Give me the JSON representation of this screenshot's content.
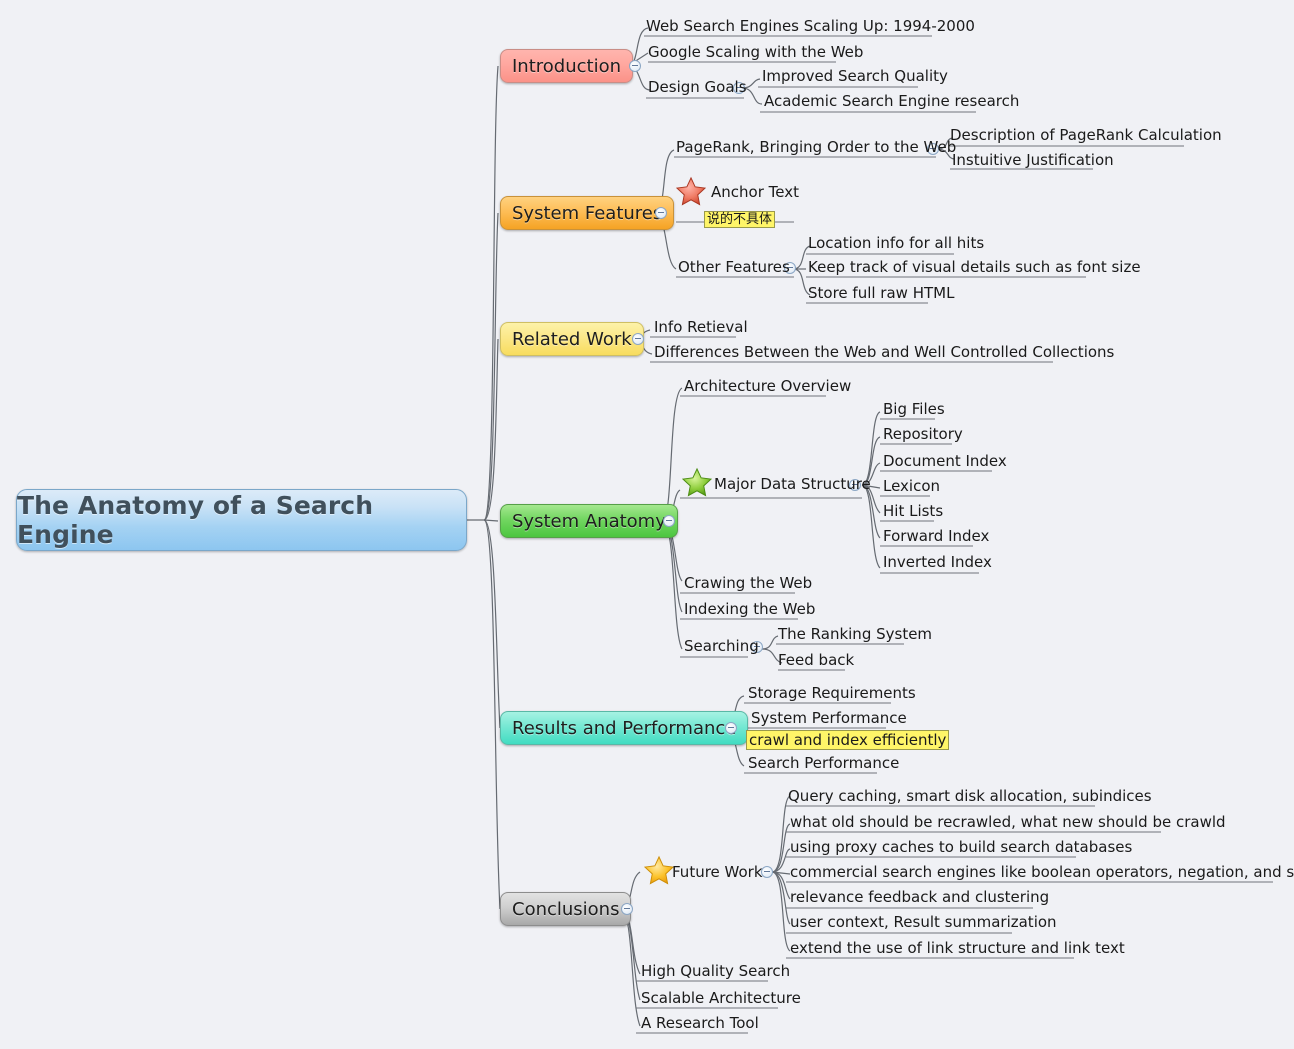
{
  "document": {
    "type": "mind-map",
    "background_color": "#f0f1f5",
    "root": {
      "label": "The Anatomy of a Search Engine",
      "color": "#a4d2f3"
    }
  },
  "branches": [
    {
      "id": "introduction",
      "label": "Introduction",
      "color": "#ffa79f",
      "children": [
        {
          "label": "Web Search Engines Scaling Up: 1994-2000"
        },
        {
          "label": "Google  Scaling with the Web"
        },
        {
          "label": "Design Goals",
          "children": [
            {
              "label": "Improved Search Quality"
            },
            {
              "label": "Academic Search Engine research"
            }
          ]
        }
      ]
    },
    {
      "id": "system-features",
      "label": "System Features",
      "color": "#fdbc54",
      "children": [
        {
          "label": "PageRank, Bringing Order to the Web",
          "children": [
            {
              "label": "Description of PageRank Calculation"
            },
            {
              "label": "Instuitive Justification"
            }
          ]
        },
        {
          "label": "Anchor Text",
          "icon": "star-red"
        },
        {
          "label": "说的不具体",
          "highlight": true
        },
        {
          "label": "Other Features",
          "children": [
            {
              "label": "Location info for all hits"
            },
            {
              "label": "Keep track of visual details such as font size"
            },
            {
              "label": "Store full raw HTML"
            }
          ]
        }
      ]
    },
    {
      "id": "related-work",
      "label": "Related Work",
      "color": "#fbe787",
      "children": [
        {
          "label": "Info Retieval"
        },
        {
          "label": "Differences Between the Web and Well Controlled Collections"
        }
      ]
    },
    {
      "id": "system-anatomy",
      "label": "System Anatomy",
      "color": "#72d661",
      "children": [
        {
          "label": "Architecture Overview"
        },
        {
          "label": "Major Data Structure",
          "icon": "star-green",
          "children": [
            {
              "label": "Big Files"
            },
            {
              "label": "Repository"
            },
            {
              "label": "Document Index"
            },
            {
              "label": "Lexicon"
            },
            {
              "label": "Hit Lists"
            },
            {
              "label": "Forward Index"
            },
            {
              "label": "Inverted Index"
            }
          ]
        },
        {
          "label": "Crawing the Web"
        },
        {
          "label": "Indexing the Web"
        },
        {
          "label": "Searching",
          "children": [
            {
              "label": "The Ranking System"
            },
            {
              "label": "Feed back"
            }
          ]
        }
      ]
    },
    {
      "id": "results-and-performance",
      "label": "Results and Performance",
      "color": "#76e8d3",
      "children": [
        {
          "label": "Storage Requirements"
        },
        {
          "label": "System Performance"
        },
        {
          "label": "crawl and index efficiently",
          "highlight": true
        },
        {
          "label": "Search Performance"
        }
      ]
    },
    {
      "id": "conclusions",
      "label": "Conclusions",
      "color": "#cfcfcf",
      "children": [
        {
          "label": "Future Work",
          "icon": "star-yellow",
          "children": [
            {
              "label": "Query caching, smart disk allocation, subindices"
            },
            {
              "label": "what old should be recrawled, what new should be crawld"
            },
            {
              "label": "using proxy caches to build search databases"
            },
            {
              "label": "commercial search engines like boolean operators, negation, and stemming"
            },
            {
              "label": "relevance feedback and clustering"
            },
            {
              "label": "user context, Result summarization"
            },
            {
              "label": "extend the use of link structure and link text"
            }
          ]
        },
        {
          "label": "High Quality Search"
        },
        {
          "label": "Scalable Architecture"
        },
        {
          "label": "A Research Tool"
        }
      ]
    }
  ],
  "icons": {
    "toggle": "collapse-minus-icon",
    "star_red": "star-red-icon",
    "star_green": "star-green-icon",
    "star_yellow": "star-yellow-icon"
  }
}
